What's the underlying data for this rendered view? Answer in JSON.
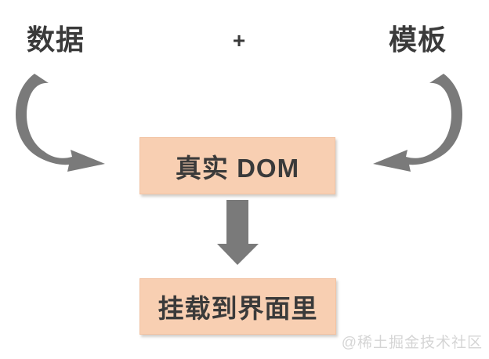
{
  "diagram": {
    "inputs": {
      "left_label": "数据",
      "operator": "+",
      "right_label": "模板"
    },
    "nodes": {
      "real_dom_label": "真实 DOM",
      "mount_label": "挂载到界面里"
    },
    "flow": [
      "数据 -> 真实 DOM",
      "模板 -> 真实 DOM",
      "真实 DOM -> 挂载到界面里"
    ],
    "watermark": "@稀土掘金技术社区",
    "icons": {
      "left_arrow": "curved-arrow-down-right-icon",
      "right_arrow": "curved-arrow-down-left-icon",
      "center_arrow": "arrow-down-icon"
    },
    "colors": {
      "background": "#ffffff",
      "text_dark": "#3a3a3a",
      "arrow_gray": "#7a7a7a",
      "box_fill": "#f8cfb2",
      "box_border": "#f2c2a2",
      "watermark": "#d5d5d5"
    }
  }
}
